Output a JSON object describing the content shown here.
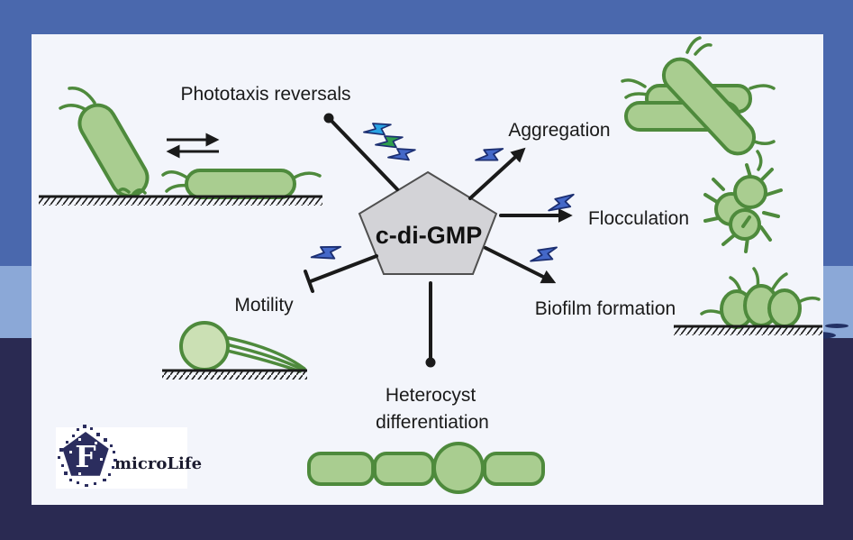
{
  "diagram": {
    "center_node": {
      "label": "c-di-GMP",
      "shape": "pentagon"
    },
    "processes": [
      {
        "label": "Phototaxis reversals",
        "connector": "ball-end-line",
        "bolts": [
          "cyan",
          "green",
          "blue"
        ]
      },
      {
        "label": "Aggregation",
        "connector": "arrow",
        "bolts": [
          "blue"
        ]
      },
      {
        "label": "Flocculation",
        "connector": "arrow",
        "bolts": [
          "blue"
        ]
      },
      {
        "label": "Biofilm formation",
        "connector": "arrow",
        "bolts": [
          "blue"
        ]
      },
      {
        "label": "Motility",
        "connector": "inhibition-t-bar",
        "bolts": [
          "blue"
        ]
      },
      {
        "label": "Heterocyst differentiation",
        "label_line1": "Heterocyst",
        "label_line2": "differentiation",
        "connector": "ball-end-line",
        "bolts": []
      }
    ]
  },
  "logo": {
    "letter": "F",
    "name": "microLife"
  },
  "colors": {
    "sky": "#4a68ad",
    "water": "#8ba8d7",
    "foreground": "#2a2a52",
    "streak": "#223064",
    "panel": "#f3f5fb",
    "ink": "#1a1a1a",
    "cell_fill": "#a9cd90",
    "cell_fill_light": "#cbe0b4",
    "cell_stroke": "#4e8a3c",
    "pentagon_fill": "#d3d3d7",
    "pentagon_stroke": "#4f4f4f",
    "bolt_cyan": "#29a3e4",
    "bolt_green": "#2f9e4d",
    "bolt_blue": "#4468c8",
    "bolt_outline": "#1c2f72",
    "logo_navy": "#2b2d5e",
    "logo_text": "#1c1c30"
  }
}
